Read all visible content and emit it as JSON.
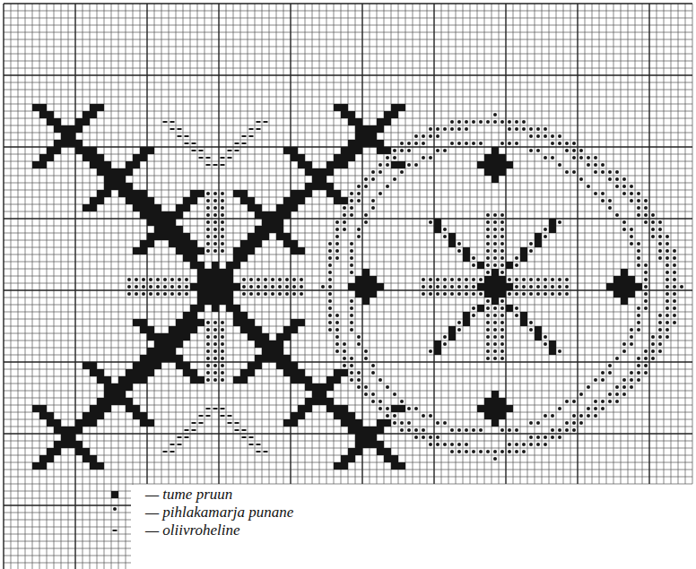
{
  "diagram": {
    "legend": [
      {
        "text": "— tume pruun"
      },
      {
        "text": "— pihlakamarja punane"
      },
      {
        "text": "— oliivroheline"
      }
    ]
  }
}
